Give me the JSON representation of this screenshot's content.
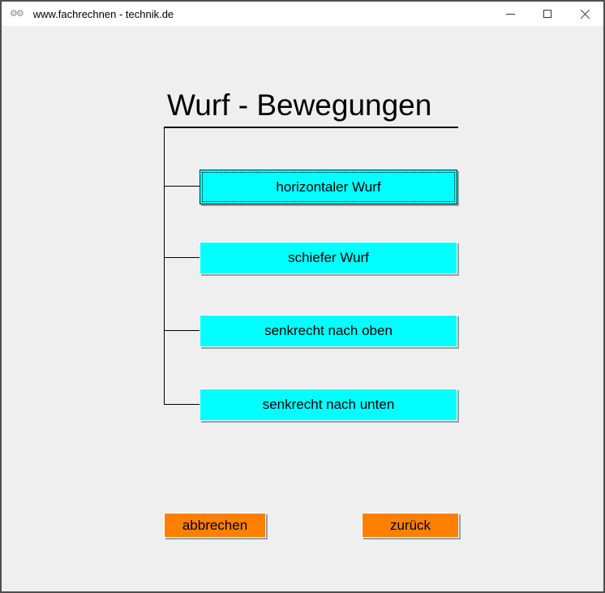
{
  "window": {
    "title": "www.fachrechnen - technik.de",
    "icons": {
      "app": "⚙⚙",
      "minimize": "minimize-dash",
      "maximize": "maximize-square",
      "close": "close-x"
    }
  },
  "heading": {
    "title": "Wurf - Bewegungen"
  },
  "menu": {
    "items": [
      {
        "label": "horizontaler Wurf",
        "focused": true
      },
      {
        "label": "schiefer Wurf",
        "focused": false
      },
      {
        "label": "senkrecht nach oben",
        "focused": false
      },
      {
        "label": "senkrecht nach unten",
        "focused": false
      }
    ]
  },
  "footer": {
    "cancel_label": "abbrechen",
    "back_label": "zurück"
  },
  "colors": {
    "button_cyan": "#00ffff",
    "button_orange": "#ff8000",
    "client_background": "#efefef",
    "titlebar_background": "#ffffff",
    "window_border": "#4f4f4f",
    "shadow": "#9e9e9e"
  }
}
